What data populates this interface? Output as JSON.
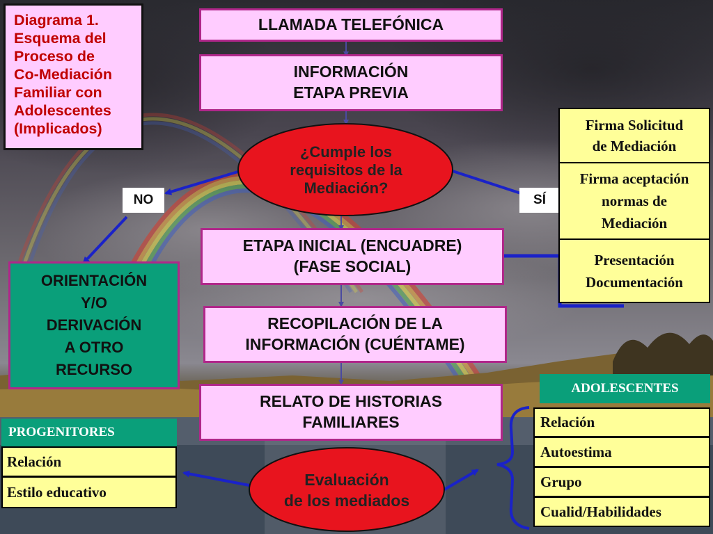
{
  "title_lines": [
    "Diagrama 1.",
    "Esquema del",
    "Proceso de",
    "Co-Mediación",
    "Familiar con",
    "Adolescentes",
    "(Implicados)"
  ],
  "steps": {
    "llamada": "LLAMADA TELEFÓNICA",
    "informacion_1": "INFORMACIÓN",
    "informacion_2": "ETAPA PREVIA",
    "cumple_1": "¿Cumple los",
    "cumple_2": "requisitos de la",
    "cumple_3": "Mediación?",
    "inicial_1": "ETAPA INICIAL (ENCUADRE)",
    "inicial_2": "(FASE SOCIAL)",
    "recopilacion_1": "RECOPILACIÓN DE LA",
    "recopilacion_2": "INFORMACIÓN (CUÉNTAME)",
    "relato_1": "RELATO DE HISTORIAS",
    "relato_2": "FAMILIARES",
    "evaluacion_1": "Evaluación",
    "evaluacion_2": "de los mediados"
  },
  "branches": {
    "no": "NO",
    "si": "SÍ"
  },
  "orientacion_lines": [
    "ORIENTACIÓN",
    "Y/O",
    "DERIVACIÓN",
    "A OTRO",
    "RECURSO"
  ],
  "requisitos_docs": [
    [
      "Firma Solicitud",
      "de Mediación"
    ],
    [
      "Firma aceptación",
      "normas de",
      "Mediación"
    ],
    [
      "Presentación",
      "Documentación"
    ]
  ],
  "progenitores": {
    "header": "PROGENITORES",
    "items": [
      "Relación",
      "Estilo educativo"
    ]
  },
  "adolescentes": {
    "header": "ADOLESCENTES",
    "items": [
      "Relación",
      "Autoestima",
      "Grupo",
      "Cualid/Habilidades"
    ]
  },
  "colors": {
    "pink_fill": "#ffccff",
    "pink_border": "#b0278a",
    "ellipse_red": "#e8141e",
    "green": "#0a9f7a",
    "yellow": "#ffff99",
    "arrow_blue": "#1a22c8",
    "title_red": "#c00000"
  }
}
